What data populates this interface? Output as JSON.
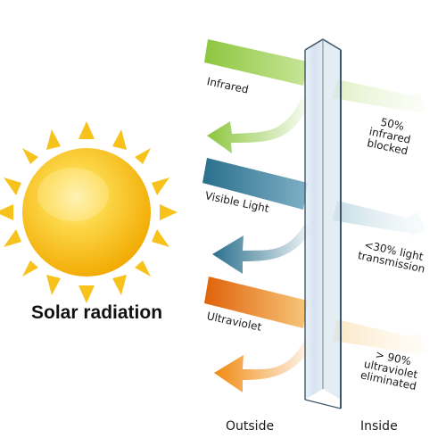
{
  "title": "Solar radiation",
  "sides": {
    "outside": "Outside",
    "inside": "Inside"
  },
  "bands": [
    {
      "key": "infrared",
      "label": "Infrared",
      "result": [
        "50%",
        "infrared",
        "blocked"
      ],
      "color": "#8cc63f"
    },
    {
      "key": "visible",
      "label": "Visible Light",
      "result": [
        "<30% light",
        "transmission"
      ],
      "color": "#2a6f8c"
    },
    {
      "key": "ultraviolet",
      "label": "Ultraviolet",
      "result": [
        "> 90%",
        "ultraviolet",
        "eliminated"
      ],
      "color": "#e8740f"
    }
  ],
  "colors": {
    "sun": "#f7c21c",
    "sun_light": "#fde27a",
    "glass": "#cfe0ef",
    "glass_edge": "#3f5566"
  },
  "icons": [
    "sun-icon",
    "glass-pane-icon"
  ]
}
